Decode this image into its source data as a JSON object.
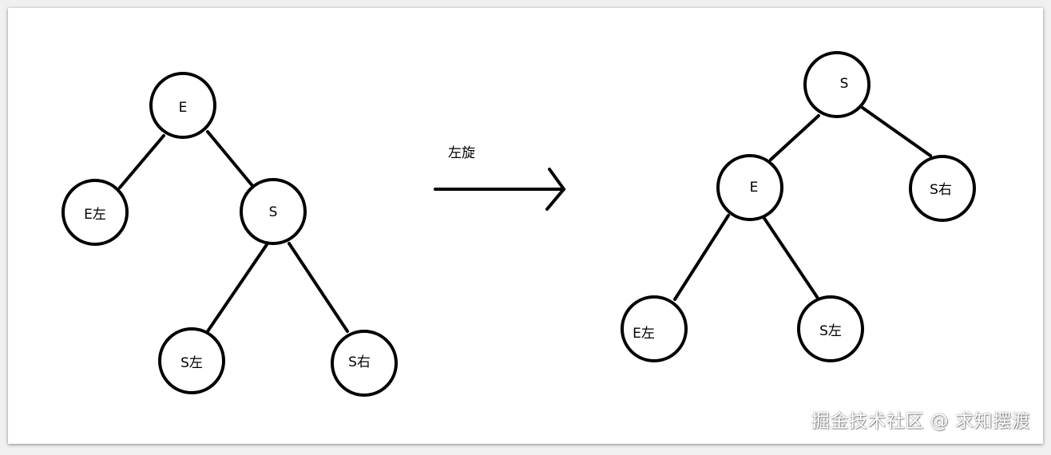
{
  "colors": {
    "background": "#ffffff",
    "stroke": "#000000"
  },
  "rotation_label": "左旋",
  "before_tree": {
    "root": "E",
    "root_left": "E左",
    "root_right": "S",
    "right_left": "S左",
    "right_right": "S右"
  },
  "after_tree": {
    "root": "S",
    "root_left": "E",
    "root_right": "S右",
    "left_left": "E左",
    "left_right": "S左"
  },
  "watermark": "掘金技术社区 @ 求知摆渡"
}
